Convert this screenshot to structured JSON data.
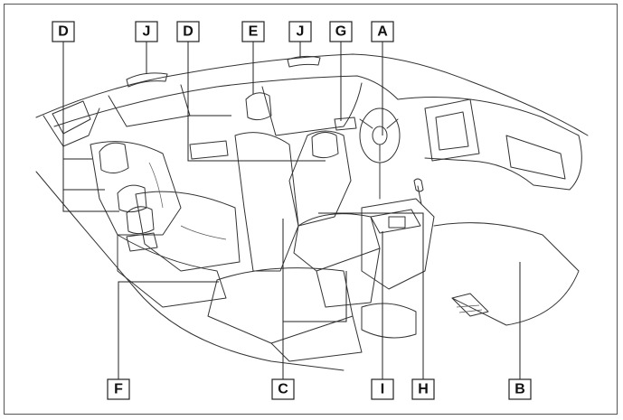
{
  "labels": {
    "A": "A",
    "B": "B",
    "C": "C",
    "D": "D",
    "E": "E",
    "F": "F",
    "G": "G",
    "H": "H",
    "I": "I",
    "J": "J"
  }
}
